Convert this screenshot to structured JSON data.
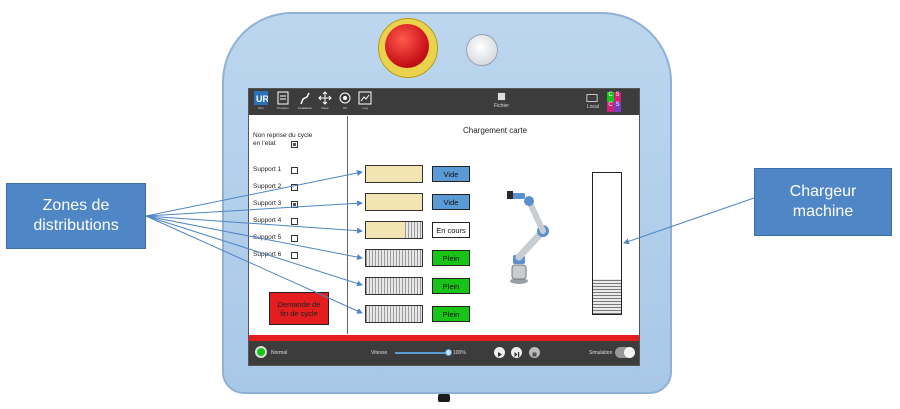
{
  "callouts": {
    "zones": "Zones de\ndistributions",
    "chargeur": "Chargeur\nmachine"
  },
  "topbar": {
    "nav": [
      "Run",
      "Program",
      "Installation",
      "Move",
      "I/O",
      "Log"
    ],
    "file_label": "Fichier",
    "local_label": "Local",
    "status_letters": [
      "C",
      "S",
      "C",
      "S"
    ]
  },
  "panel": {
    "non_reprise_line1": "Non reprise du cycle",
    "non_reprise_line2": "en l'etat",
    "supports": [
      {
        "label": "Support 1",
        "checked": false
      },
      {
        "label": "Support 2",
        "checked": false
      },
      {
        "label": "Support 3",
        "checked": true
      },
      {
        "label": "Support 4",
        "checked": false
      },
      {
        "label": "Support 5",
        "checked": false
      },
      {
        "label": "Support 6",
        "checked": false
      }
    ],
    "end_cycle_button": "Demande de fin de cycle"
  },
  "main": {
    "title": "Chargement carte",
    "slots": [
      {
        "fill": "empty",
        "status": "Vide",
        "color": "#5b9bd5"
      },
      {
        "fill": "empty",
        "status": "Vide",
        "color": "#5b9bd5"
      },
      {
        "fill": "partial",
        "status": "En cours",
        "color": "#ffffff"
      },
      {
        "fill": "full",
        "status": "Plein",
        "color": "#18c418"
      },
      {
        "fill": "full",
        "status": "Plein",
        "color": "#18c418"
      },
      {
        "fill": "full",
        "status": "Plein",
        "color": "#18c418"
      }
    ],
    "loader_fill_fraction": 0.25
  },
  "bottombar": {
    "mode": "Normal",
    "speed_label": "Vitesse",
    "speed_value": "100%",
    "speed_fraction": 1.0,
    "simulation_label": "Simulation"
  },
  "colors": {
    "accent_blue": "#4f86c6",
    "alarm_red": "#e41e1e",
    "ok_green": "#18c418"
  }
}
